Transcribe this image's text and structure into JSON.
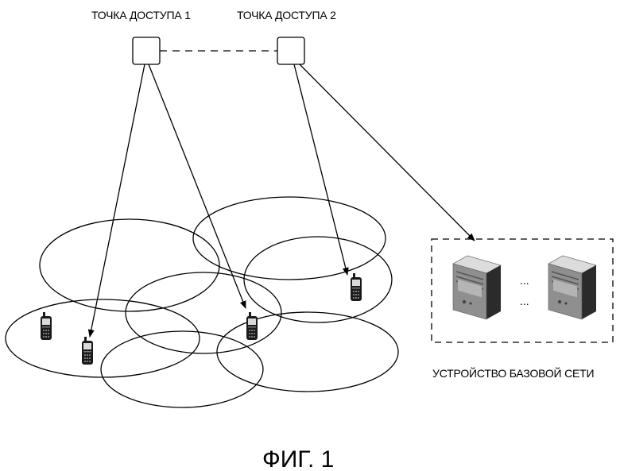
{
  "labels": {
    "ap1": "ТОЧКА ДОСТУПА 1",
    "ap2": "ТОЧКА ДОСТУПА 2",
    "core": "УСТРОЙСТВО БАЗОВОЙ СЕТИ",
    "ellipsis_h": "...",
    "ellipsis_v": "...",
    "caption": "ФИГ. 1"
  },
  "colors": {
    "line": "#000000",
    "server_front": "#8f8f8f",
    "server_dark": "#2b2b2b",
    "phone_body": "#1a1a1a"
  },
  "icons": {
    "access_point": "square-box-icon",
    "terminal": "mobile-phone-icon",
    "server": "server-tower-icon"
  }
}
